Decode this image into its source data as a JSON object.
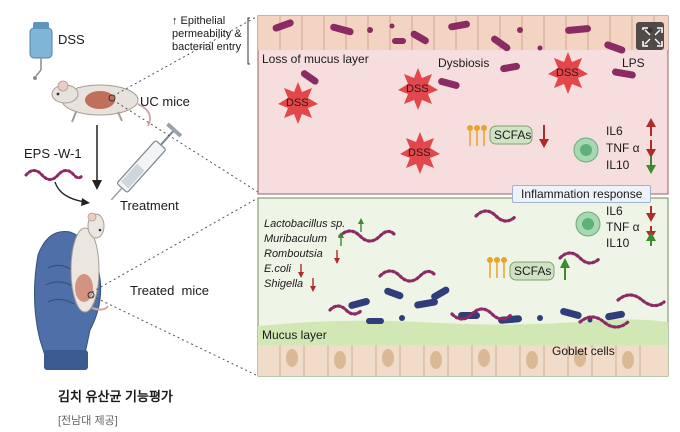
{
  "left": {
    "dss": "DSS",
    "uc_mice": "UC mice",
    "eps": "EPS -W-1",
    "treatment": "Treatment",
    "treated_mice": "Treated  mice"
  },
  "top_panel": {
    "annotation": "↑ Epithelial\npermeability &\nbacterial entry",
    "loss_mucus": "Loss of mucus layer",
    "dysbiosis": "Dysbiosis",
    "lps": "LPS",
    "dss_badge": "DSS",
    "scfas": "SCFAs",
    "cytokines": [
      "IL6",
      "TNF α",
      "IL10"
    ],
    "inflammation": "Inflammation response"
  },
  "bottom_panel": {
    "bacteria": [
      "Lactobacillus sp.",
      "Muribaculum",
      "Romboutsia",
      "E.coli",
      "Shigella"
    ],
    "cytokines": [
      "IL6",
      "TNF α",
      "IL10"
    ],
    "scfas": "SCFAs",
    "mucus_layer": "Mucus layer",
    "goblet_cells": "Goblet cells"
  },
  "caption": {
    "title": "김치 유산균 기능평가",
    "credit": "[전남대 제공]"
  },
  "colors": {
    "inflamed_bg": "#f6dede",
    "healthy_bg": "#eef4e6",
    "dss_star": "#e2474b",
    "bacteria": "#8b2a63",
    "arrow_up": "#3b8a2c",
    "arrow_down": "#b02a2a"
  },
  "icons": [
    "syringe-icon",
    "mouse-icon",
    "glove-hand-icon",
    "expand-icon",
    "macrophage-icon",
    "scfa-icon"
  ]
}
